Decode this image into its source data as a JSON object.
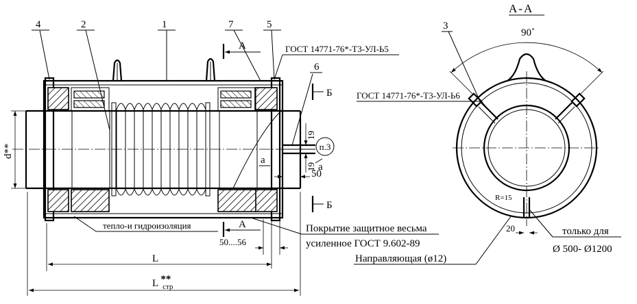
{
  "main_view": {
    "callouts": [
      "4",
      "2",
      "1",
      "7",
      "5",
      "6"
    ],
    "gost_top": "ГОСТ 14771-76*-Т3-УЛ-Ь5",
    "section_a": "А",
    "section_b": "Б",
    "dim_d": "d**",
    "dim_19": "19",
    "dim_50": "50",
    "dim_50_56": "50....56",
    "dim_L": "L",
    "dim_Lstr_main": "L",
    "dim_Lstr_sup": "**",
    "dim_Lstr_sub": "стр",
    "detail_a": "а",
    "p3": "п.3",
    "insulation": "тепло-и гидроизоляция",
    "coating_line1": "Покрытие защитное весьма",
    "coating_line2": "усиленное ГОСТ 9.602-89",
    "guide": "Направляющая (ø12)"
  },
  "section_view": {
    "title": "А-А",
    "callout": "3",
    "angle": "90˚",
    "gost": "ГОСТ 14771-76*-Т3-УЛ-Ь6",
    "radius": "R=15",
    "dim_20": "20",
    "only_for_line1": "только для",
    "only_for_line2": "Ø 500- Ø1200"
  }
}
